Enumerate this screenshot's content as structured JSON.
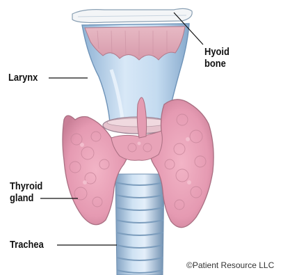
{
  "labels": {
    "hyoid": "Hyoid\nbone",
    "larynx": "Larynx",
    "thyroid": "Thyroid\ngland",
    "trachea": "Trachea"
  },
  "credit": "©Patient Resource LLC"
}
